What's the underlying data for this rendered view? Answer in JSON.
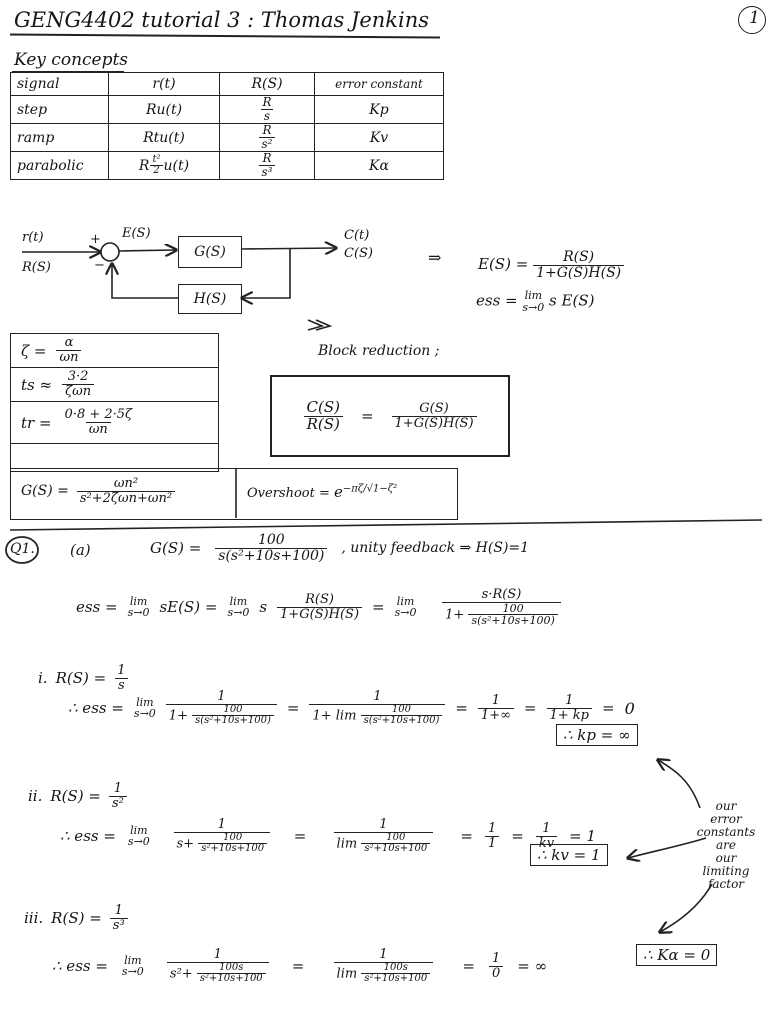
{
  "header": {
    "title": "GENG4402 tutorial 3 : Thomas Jenkins",
    "page_number": "1"
  },
  "key_concepts": {
    "heading": "Key concepts",
    "columns": [
      "signal",
      "r(t)",
      "R(S)",
      "error constant"
    ],
    "rows": [
      {
        "signal": "step",
        "rt": "Ru(t)",
        "rs_num": "R",
        "rs_den": "s",
        "constant": "Kp"
      },
      {
        "signal": "ramp",
        "rt": "Rtu(t)",
        "rs_num": "R",
        "rs_den": "s²",
        "constant": "Kv"
      },
      {
        "signal": "parabolic",
        "rt_pre": "R",
        "rt_num": "t²",
        "rt_den": "2",
        "rt_post": "u(t)",
        "rs_num": "R",
        "rs_den": "s³",
        "constant": "Kα"
      }
    ]
  },
  "block_diagram": {
    "input_top": "r(t)",
    "input_bottom": "R(S)",
    "plus": "+",
    "minus": "−",
    "error": "E(S)",
    "forward": "G(S)",
    "feedback": "H(S)",
    "output_top": "C(t)",
    "output_bottom": "C(S)"
  },
  "error_eq": {
    "implies": "⇒",
    "lhs": "E(S) =",
    "num": "R(S)",
    "den": "1+G(S)H(S)"
  },
  "ess_def": {
    "lhs": "ess =",
    "lim": "lim",
    "lim_sub": "s→0",
    "rhs": "s E(S)"
  },
  "block_reduction": {
    "label": "Block reduction ;",
    "lhs_num": "C(S)",
    "lhs_den": "R(S)",
    "eq": "=",
    "rhs_num": "G(S)",
    "rhs_den": "1+G(S)H(S)"
  },
  "formulas": {
    "zeta_lhs": "ζ =",
    "zeta_num": "α",
    "zeta_den": "ωn",
    "ts_lhs": "ts ≈",
    "ts_num": "3·2",
    "ts_den": "ζωn",
    "tr_lhs": "tr =",
    "tr_num": "0·8 + 2·5ζ",
    "tr_den": "ωn",
    "gs_lhs": "G(S) =",
    "gs_num": "ωn²",
    "gs_den": "s²+2ζωn+ωn²",
    "overshoot_lhs": "Overshoot =",
    "overshoot_base": "e",
    "overshoot_exp": "−πζ/√1−ζ²"
  },
  "q1": {
    "label": "Q1.",
    "part": "(a)",
    "gs_lhs": "G(S) =",
    "gs_num": "100",
    "gs_den": "s(s²+10s+100)",
    "note": ", unity feedback ⇒ H(S)=1",
    "ess_lhs": "ess =",
    "lim": "lim",
    "lim_sub": "s→0",
    "se": "sE(S) =",
    "s": "s",
    "r_num": "R(S)",
    "r_den": "1+G(S)H(S)",
    "eq": "=",
    "sr_num": "s·R(S)",
    "one_plus": "1+",
    "hundred": "100",
    "poly": "s(s²+10s+100)"
  },
  "case_i": {
    "label": "i.",
    "r": "R(S) =",
    "r_num": "1",
    "r_den": "s",
    "therefore": "∴ ess =",
    "one": "1",
    "one_plus": "1+",
    "eq": "=",
    "lim_prefix": "1+ lim",
    "hundred": "100",
    "poly": "s(s²+10s+100)",
    "one_inf_den": "1+∞",
    "kp_den": "1+ kp",
    "zero": "0",
    "result": "∴ kp = ∞"
  },
  "case_ii": {
    "label": "ii.",
    "r": "R(S) =",
    "r_num": "1",
    "r_den": "s²",
    "therefore": "∴ ess =",
    "den_prefix": "s+",
    "hundred": "100",
    "poly": "s²+10s+100",
    "one": "1",
    "kv_den": "kv",
    "eq": "=",
    "result_num": "= 1",
    "result": "∴ kv = 1"
  },
  "case_iii": {
    "label": "iii.",
    "r": "R(S) =",
    "r_num": "1",
    "r_den": "s³",
    "therefore": "∴ ess =",
    "den_prefix": "s²+",
    "num100s": "100s",
    "poly": "s²+10s+100",
    "one": "1",
    "zero": "0",
    "infinity": "= ∞",
    "eq": "=",
    "result": "∴ Kα = 0"
  },
  "side_note": [
    "our",
    "error",
    "constants",
    "are",
    "our",
    "limiting",
    "factor"
  ]
}
